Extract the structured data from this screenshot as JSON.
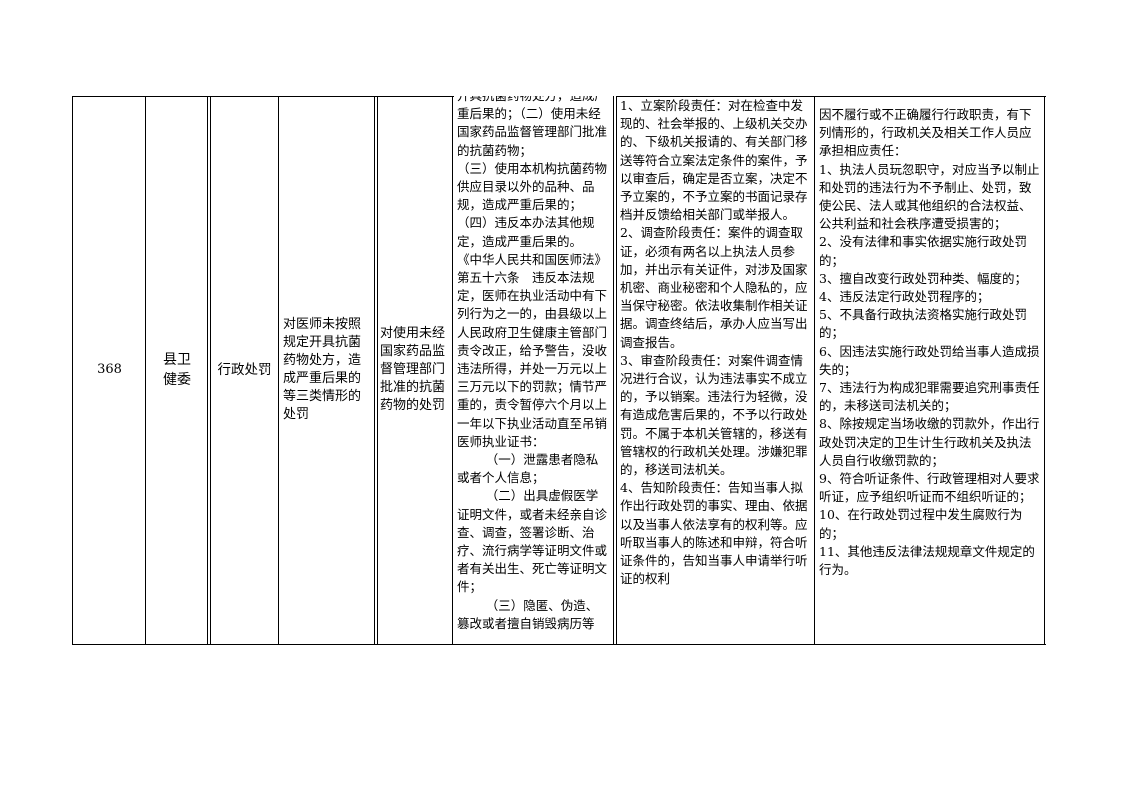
{
  "row": {
    "number": "368",
    "department": "县卫健委",
    "power_type": "行政处罚",
    "item_name": "对医师未按照规定开具抗菌药物处方，造成严重后果的等三类情形的处罚",
    "sub_item": "对使用未经国家药品监督管理部门批准的抗菌药物的处罚"
  },
  "basis_lines": [
    {
      "text": "开具抗菌药物处方，造成严重后果的；（二）使用未经国家药品监督管理部门批准的抗菌药物；",
      "indent": false
    },
    {
      "text": "（三）使用本机构抗菌药物供应目录以外的品种、品规，造成严重后果的；",
      "indent": false
    },
    {
      "text": "（四）违反本办法其他规定，造成严重后果的。",
      "indent": false
    },
    {
      "text": "《中华人民共和国医师法》第五十六条　违反本法规定，医师在执业活动中有下列行为之一的，由县级以上人民政府卫生健康主管部门责令改正，给予警告，没收违法所得，并处一万元以上三万元以下的罚款；情节严重的，责令暂停六个月以上一年以下执业活动直至吊销医师执业证书：",
      "indent": false
    },
    {
      "text": "（一）泄露患者隐私或者个人信息；",
      "indent": true
    },
    {
      "text": "（二）出具虚假医学证明文件，或者未经亲自诊查、调查，签署诊断、治疗、流行病学等证明文件或者有关出生、死亡等证明文件；",
      "indent": true
    },
    {
      "text": "（三）隐匿、伪造、篡改或者擅自销毁病历等",
      "indent": true
    }
  ],
  "responsibility_lines": [
    "1、立案阶段责任：对在检查中发现的、社会举报的、上级机关交办的、下级机关报请的、有关部门移送等符合立案法定条件的案件，予以审查后，确定是否立案，决定不予立案的，不予立案的书面记录存档并反馈给相关部门或举报人。",
    "2、调查阶段责任：案件的调查取证，必须有两名以上执法人员参加，并出示有关证件，对涉及国家机密、商业秘密和个人隐私的，应当保守秘密。依法收集制作相关证据。调查终结后，承办人应当写出调查报告。",
    "3、审查阶段责任：对案件调查情况进行合议，认为违法事实不成立的，予以销案。违法行为轻微，没有造成危害后果的，不予以行政处罚。不属于本机关管辖的，移送有管辖权的行政机关处理。涉嫌犯罪的，移送司法机关。",
    "4、告知阶段责任：告知当事人拟作出行政处罚的事实、理由、依据以及当事人依法享有的权利等。应听取当事人的陈述和申辩，符合听证条件的，告知当事人申请举行听证的权利"
  ],
  "accountability_lines": [
    "因不履行或不正确履行行政职责，有下列情形的，行政机关及相关工作人员应承担相应责任：",
    "1、执法人员玩忽职守，对应当予以制止和处罚的违法行为不予制止、处罚，致使公民、法人或其他组织的合法权益、公共利益和社会秩序遭受损害的；",
    "2、没有法律和事实依据实施行政处罚的；",
    "3、擅自改变行政处罚种类、幅度的；",
    "4、违反法定行政处罚程序的；",
    "5、不具备行政执法资格实施行政处罚的；",
    "6、因违法实施行政处罚给当事人造成损失的；",
    "7、违法行为构成犯罪需要追究刑事责任的，未移送司法机关的；",
    "8、除按规定当场收缴的罚款外，作出行政处罚决定的卫生计生行政机关及执法人员自行收缴罚款的；",
    "9、符合听证条件、行政管理相对人要求听证，应予组织听证而不组织听证的；",
    "10、在行政处罚过程中发生腐败行为的；",
    "11、其他违反法律法规规章文件规定的行为。"
  ]
}
